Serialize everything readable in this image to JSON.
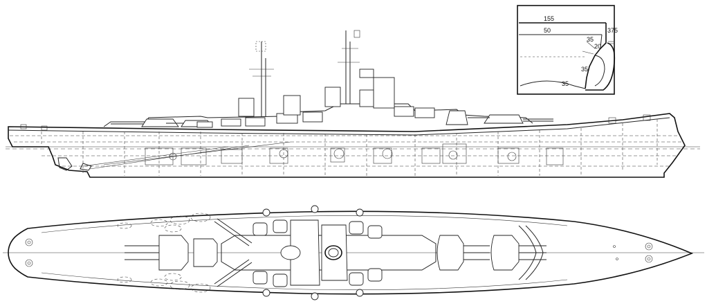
{
  "armor_section": {
    "labels": {
      "deck_upper": "155",
      "deck_main": "50",
      "belt": "375",
      "slope_upper": "35",
      "slope_lower": "20",
      "bulkhead": "35",
      "bottom": "35"
    }
  }
}
